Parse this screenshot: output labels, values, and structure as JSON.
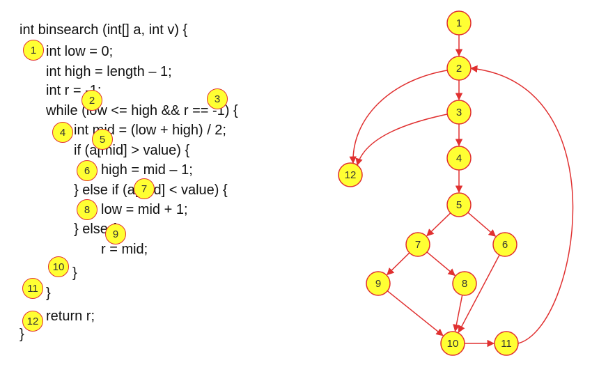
{
  "code": {
    "lines": [
      "int binsearch (int[] a, int v) {",
      "int low = 0;",
      "int high = length – 1;",
      "int r = -1;",
      "while (low <= high && r == -1) {",
      "int mid = (low + high) / 2;",
      "if (a[mid] > value) {",
      "high = mid – 1;",
      "} else if (a[mid] < value) {",
      "low = mid + 1;",
      "} else {",
      "r = mid;",
      "}",
      "}",
      "return r;",
      "}"
    ],
    "markers": [
      "1",
      "2",
      "3",
      "4",
      "5",
      "6",
      "7",
      "8",
      "9",
      "10",
      "11",
      "12"
    ]
  },
  "graph": {
    "nodes": [
      {
        "id": "1",
        "label": "1"
      },
      {
        "id": "2",
        "label": "2"
      },
      {
        "id": "3",
        "label": "3"
      },
      {
        "id": "4",
        "label": "4"
      },
      {
        "id": "5",
        "label": "5"
      },
      {
        "id": "6",
        "label": "6"
      },
      {
        "id": "7",
        "label": "7"
      },
      {
        "id": "8",
        "label": "8"
      },
      {
        "id": "9",
        "label": "9"
      },
      {
        "id": "10",
        "label": "10"
      },
      {
        "id": "11",
        "label": "11"
      },
      {
        "id": "12",
        "label": "12"
      }
    ],
    "edges": [
      [
        "1",
        "2"
      ],
      [
        "2",
        "3"
      ],
      [
        "2",
        "12"
      ],
      [
        "3",
        "4"
      ],
      [
        "3",
        "12"
      ],
      [
        "4",
        "5"
      ],
      [
        "5",
        "7"
      ],
      [
        "5",
        "6"
      ],
      [
        "7",
        "9"
      ],
      [
        "7",
        "8"
      ],
      [
        "9",
        "10"
      ],
      [
        "8",
        "10"
      ],
      [
        "6",
        "10"
      ],
      [
        "10",
        "11"
      ],
      [
        "11",
        "2"
      ]
    ],
    "colors": {
      "node_fill": "#ffff33",
      "node_stroke": "#e03030",
      "edge": "#e03030"
    }
  }
}
